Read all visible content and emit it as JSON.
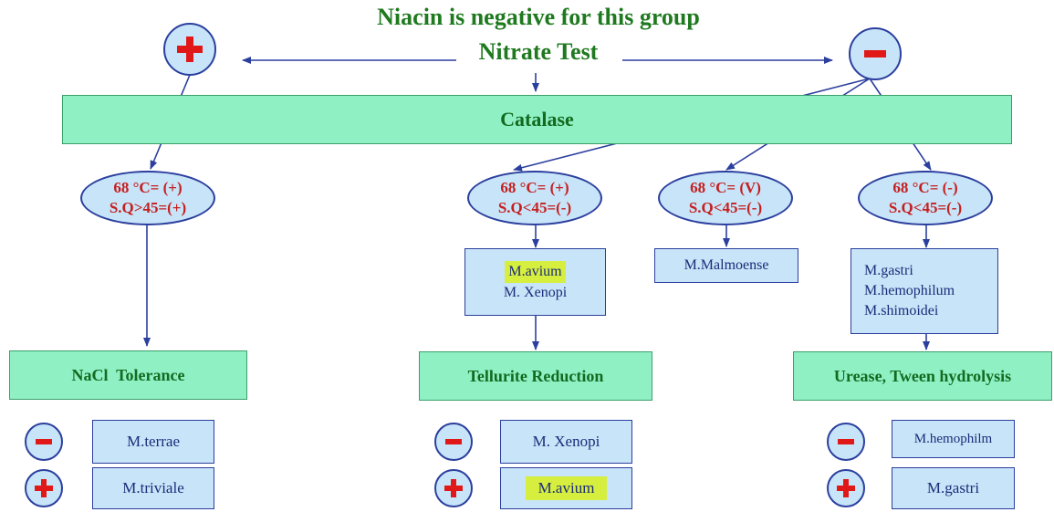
{
  "title": "Niacin is negative for this group",
  "nitrate_test": "Nitrate Test",
  "catalase": "Catalase",
  "conditions": [
    {
      "line1": "68 °C= (+)",
      "line2": "S.Q>45=(+)"
    },
    {
      "line1": "68 °C= (+)",
      "line2": "S.Q<45=(-)"
    },
    {
      "line1": "68 °C= (V)",
      "line2": "S.Q<45=(-)"
    },
    {
      "line1": "68 °C= (-)",
      "line2": "S.Q<45=(-)"
    }
  ],
  "species_groups": {
    "avium_group": [
      "M.avium",
      "M. Xenopi"
    ],
    "malmoense": "M.Malmoense",
    "gastri_group": [
      "M.gastri",
      "M.hemophilum",
      "M.shimoidei"
    ]
  },
  "tests": [
    "NaCl  Tolerance",
    "Tellurite Reduction",
    "Urease, Tween hydrolysis"
  ],
  "results": [
    {
      "negative": "M.terrae",
      "positive": "M.triviale"
    },
    {
      "negative": "M. Xenopi",
      "positive": "M.avium"
    },
    {
      "negative": "M.hemophilm",
      "positive": "M.gastri"
    }
  ],
  "colors": {
    "title_green": "#1f7a1f",
    "box_green": "#8ff0c4",
    "node_blue": "#c8e4f8",
    "border_blue": "#2b3f9e",
    "sign_red": "#e01818",
    "condition_red": "#c42020",
    "highlight": "#d6ee3e"
  },
  "icons": {
    "positive": "plus-icon",
    "negative": "minus-icon"
  }
}
